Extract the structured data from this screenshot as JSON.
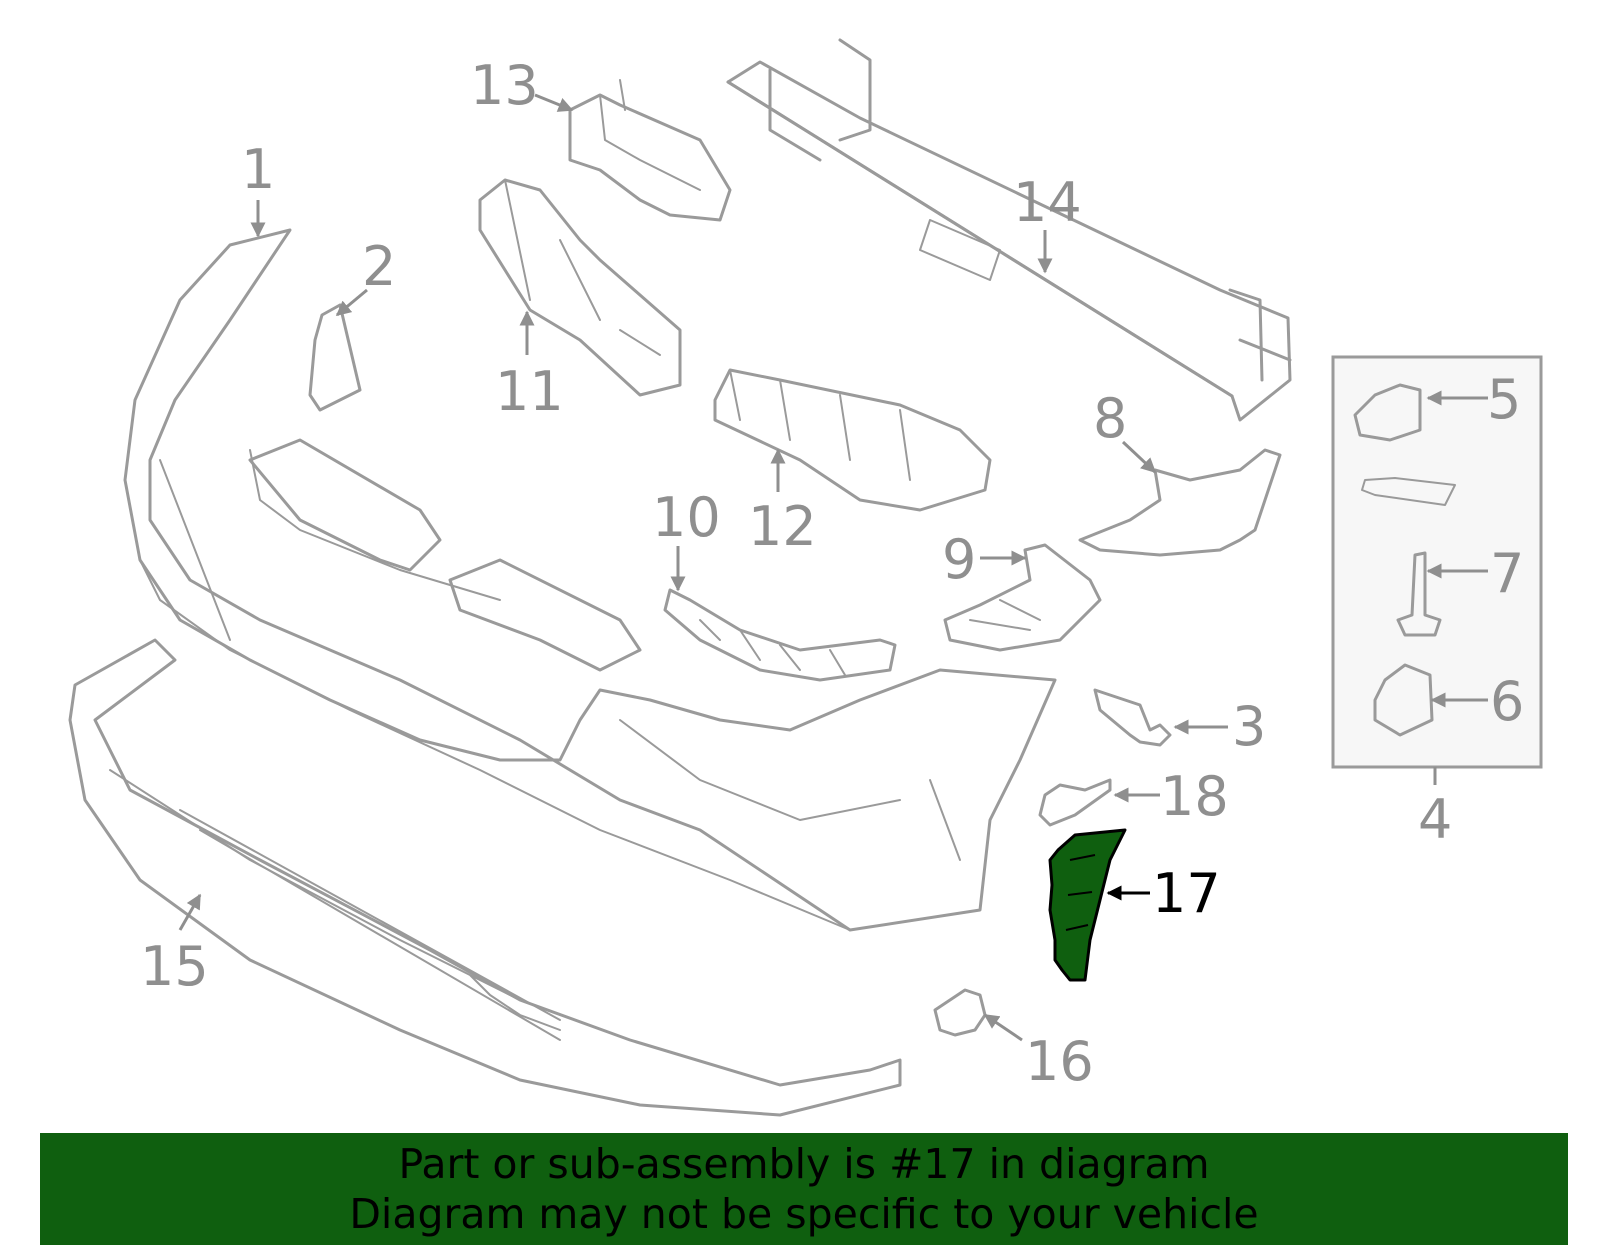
{
  "callouts": {
    "c1": "1",
    "c2": "2",
    "c3": "3",
    "c4": "4",
    "c5": "5",
    "c6": "6",
    "c7": "7",
    "c8": "8",
    "c9": "9",
    "c10": "10",
    "c11": "11",
    "c12": "12",
    "c13": "13",
    "c14": "14",
    "c15": "15",
    "c16": "16",
    "c17": "17",
    "c18": "18"
  },
  "highlight": {
    "part_number": "17",
    "color": "#0f5f0f"
  },
  "banner": {
    "line1": "Part or sub-assembly is #17 in diagram",
    "line2": "Diagram may not be specific to your vehicle",
    "background": "#0f5f0f"
  }
}
